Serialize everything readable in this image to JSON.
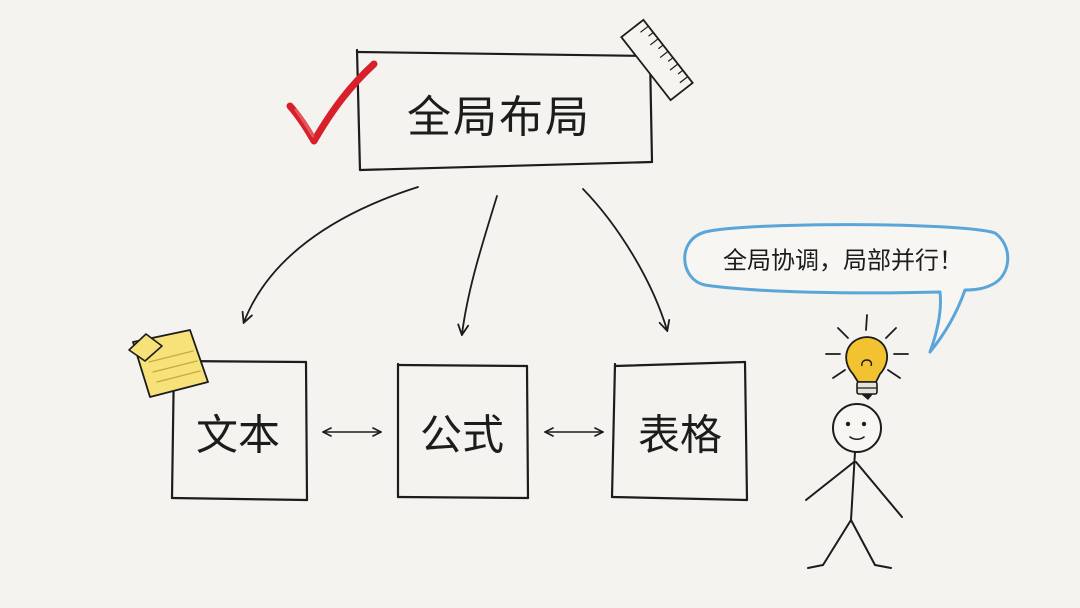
{
  "diagram": {
    "root": {
      "label": "全局布局"
    },
    "children": [
      {
        "label": "文本"
      },
      {
        "label": "公式"
      },
      {
        "label": "表格"
      }
    ],
    "speech_bubble": "全局协调，局部并行！",
    "icons": [
      "checkmark-icon",
      "ruler-icon",
      "sticky-note-icon",
      "lightbulb-icon",
      "stick-figure-icon"
    ],
    "colors": {
      "ink": "#1c1c1c",
      "check": "#d8202a",
      "bubble": "#5aa6d9",
      "sticky": "#f7e27a",
      "bulb": "#f2c230",
      "paper": "#f4f3f0"
    }
  }
}
